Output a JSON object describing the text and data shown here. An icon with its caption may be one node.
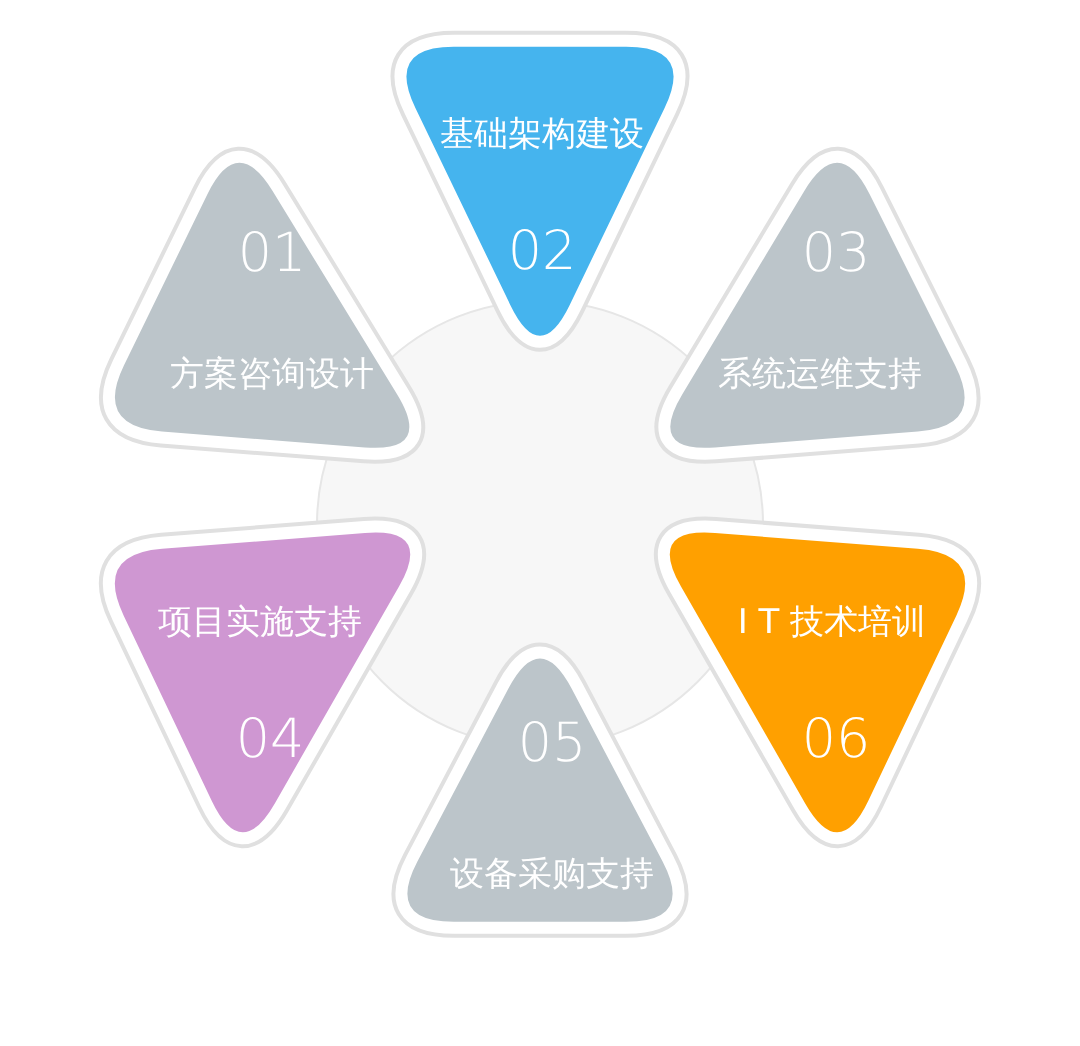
{
  "diagram": {
    "nodes": [
      {
        "text": [
          "01",
          "方案咨询设计"
        ]
      },
      {
        "text": [
          "基础架构建设",
          "02"
        ]
      },
      {
        "text": [
          "03",
          "系统运维支持"
        ]
      },
      {
        "text": [
          "项目实施支持",
          "04"
        ]
      },
      {
        "text": [
          "05",
          "设备采购支持"
        ]
      },
      {
        "text": [
          "I T 技术培训",
          "06"
        ]
      },
      {
        "text": [],
        "shape": "circle"
      }
    ]
  }
}
